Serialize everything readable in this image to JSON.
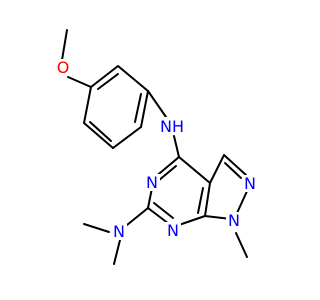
{
  "colors": {
    "bond": "#000000",
    "oxygen": "#ff0000",
    "nitrogen": "#0000ff",
    "background": "#ffffff"
  },
  "atoms": [
    {
      "symbol": "O"
    },
    {
      "symbol": "N",
      "suffix": "H"
    },
    {
      "symbol": "N"
    },
    {
      "symbol": "N"
    },
    {
      "symbol": "N"
    },
    {
      "symbol": "N"
    },
    {
      "symbol": "N"
    }
  ]
}
